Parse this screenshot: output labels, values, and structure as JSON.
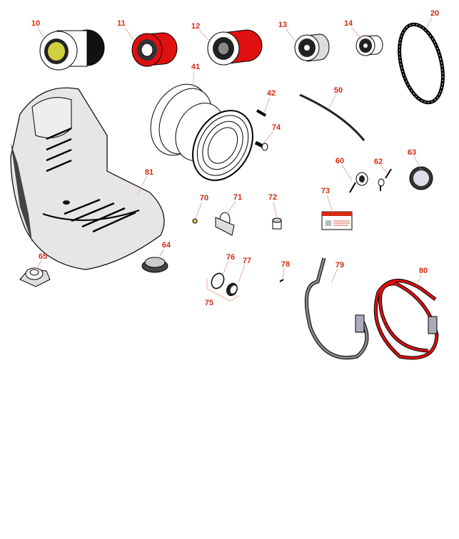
{
  "diagram": {
    "accent_color": "#d62a10",
    "callouts": [
      "10",
      "11",
      "12",
      "13",
      "14",
      "20",
      "41",
      "42",
      "50",
      "74",
      "60",
      "62",
      "63",
      "81",
      "70",
      "71",
      "72",
      "73",
      "65",
      "64",
      "76",
      "77",
      "78",
      "79",
      "80",
      "75"
    ]
  }
}
